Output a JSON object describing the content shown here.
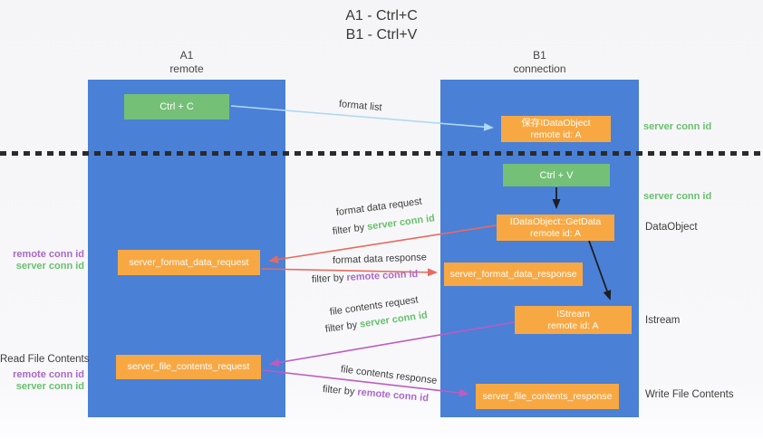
{
  "title": {
    "line1": "A1 - Ctrl+C",
    "line2": "B1 - Ctrl+V"
  },
  "lifelines": {
    "a1": {
      "name": "A1",
      "role": "remote"
    },
    "b1": {
      "name": "B1",
      "role": "connection"
    }
  },
  "nodes": {
    "ctrl_c": {
      "label": "Ctrl + C"
    },
    "ctrl_v": {
      "label": "Ctrl + V"
    },
    "save_dataobject": {
      "line1": "保存IDataObject",
      "line2": "remote id: A"
    },
    "getdata": {
      "line1": "IDataObject::GetData",
      "line2": "remote id: A"
    },
    "istream": {
      "line1": "IStream",
      "line2": "remote id: A"
    },
    "format_request": {
      "label": "server_format_data_request"
    },
    "format_response": {
      "label": "server_format_data_response"
    },
    "file_request": {
      "label": "server_file_contents_request"
    },
    "file_response": {
      "label": "server_file_contents_response"
    }
  },
  "arrows": {
    "format_list": {
      "label": "format list"
    },
    "format_data_request": {
      "label": "format data request",
      "filter_prefix": "filter by ",
      "filter_key": "server conn id"
    },
    "format_data_response": {
      "label": "format data response",
      "filter_prefix": "filter by ",
      "filter_key": "remote conn id"
    },
    "file_contents_request": {
      "label": "file contents request",
      "filter_prefix": "filter by ",
      "filter_key": "server conn id"
    },
    "file_contents_response": {
      "label": "file contents response",
      "filter_prefix": "filter by ",
      "filter_key": "remote conn id"
    }
  },
  "annotations": {
    "right": {
      "server_conn_id_top": "server conn id",
      "server_conn_id_mid": "server conn id",
      "dataobject": "DataObject",
      "istream": "Istream",
      "write_file_contents": "Write File Contents"
    },
    "left": {
      "remote_conn_id_top": "remote conn id",
      "server_conn_id_top": "server conn id",
      "read_file_contents": "Read File Contents",
      "remote_conn_id_bottom": "remote conn id",
      "server_conn_id_bottom": "server conn id"
    }
  },
  "colors": {
    "lifeline_blue": "#4a80d6",
    "box_green": "#74c077",
    "box_orange": "#f8a843",
    "arrow_light_blue": "#aed9f4",
    "arrow_red": "#e9695e",
    "arrow_magenta": "#bd5cc0",
    "arrow_black": "#1e1e1e",
    "conn_id_green": "#68c06e",
    "conn_id_purple": "#a968c9",
    "label_gray": "#3d3d3d"
  }
}
